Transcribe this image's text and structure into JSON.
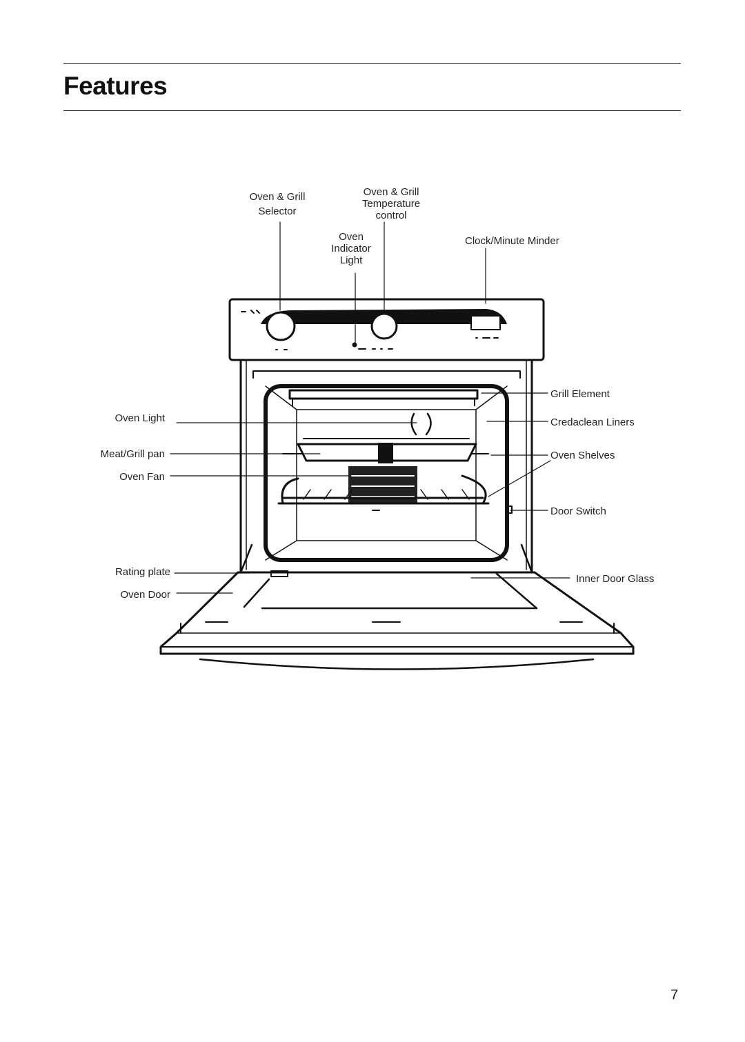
{
  "heading": {
    "title": "Features"
  },
  "labels": {
    "oven_grill_selector": [
      "Oven & Grill",
      "Selector"
    ],
    "oven_grill_temp": [
      "Oven & Grill",
      "Temperature",
      "control"
    ],
    "oven_indicator_light": [
      "Oven",
      "Indicator",
      "Light"
    ],
    "clock_minute_minder": "Clock/Minute Minder",
    "grill_element": "Grill Element",
    "credaclean_liners": "Credaclean Liners",
    "oven_shelves": "Oven Shelves",
    "door_switch": "Door Switch",
    "inner_door_glass": "Inner Door Glass",
    "oven_light": "Oven Light",
    "meat_grill_pan": "Meat/Grill pan",
    "oven_fan": "Oven Fan",
    "rating_plate": "Rating plate",
    "oven_door": "Oven Door"
  },
  "footer": {
    "page_number": "7"
  }
}
